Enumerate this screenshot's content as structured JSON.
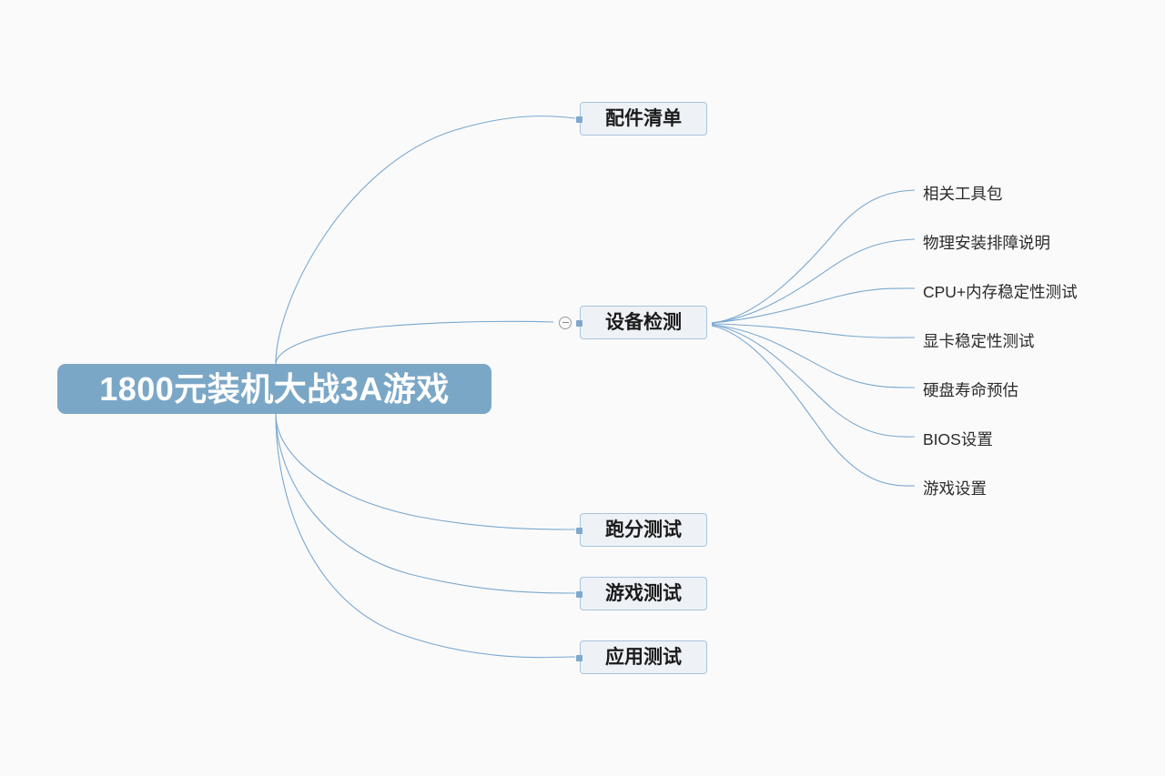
{
  "document": {
    "type": "mindmap",
    "background_color": "#fafafa",
    "accent_color": "#7ba7c7",
    "edge_color": "#7aa8d0",
    "node_fill": "#eef2f6",
    "node_border": "#a8c4dc"
  },
  "root": {
    "label": "1800元装机大战3A游戏"
  },
  "branches": [
    {
      "label": "配件清单",
      "toggle": null,
      "children": []
    },
    {
      "label": "设备检测",
      "toggle": "collapse-minus",
      "children": [
        {
          "label": "相关工具包"
        },
        {
          "label": "物理安装排障说明"
        },
        {
          "label": "CPU+内存稳定性测试"
        },
        {
          "label": "显卡稳定性测试"
        },
        {
          "label": "硬盘寿命预估"
        },
        {
          "label": "BIOS设置"
        },
        {
          "label": "游戏设置"
        }
      ]
    },
    {
      "label": "跑分测试",
      "toggle": null,
      "children": []
    },
    {
      "label": "游戏测试",
      "toggle": null,
      "children": []
    },
    {
      "label": "应用测试",
      "toggle": null,
      "children": []
    }
  ]
}
